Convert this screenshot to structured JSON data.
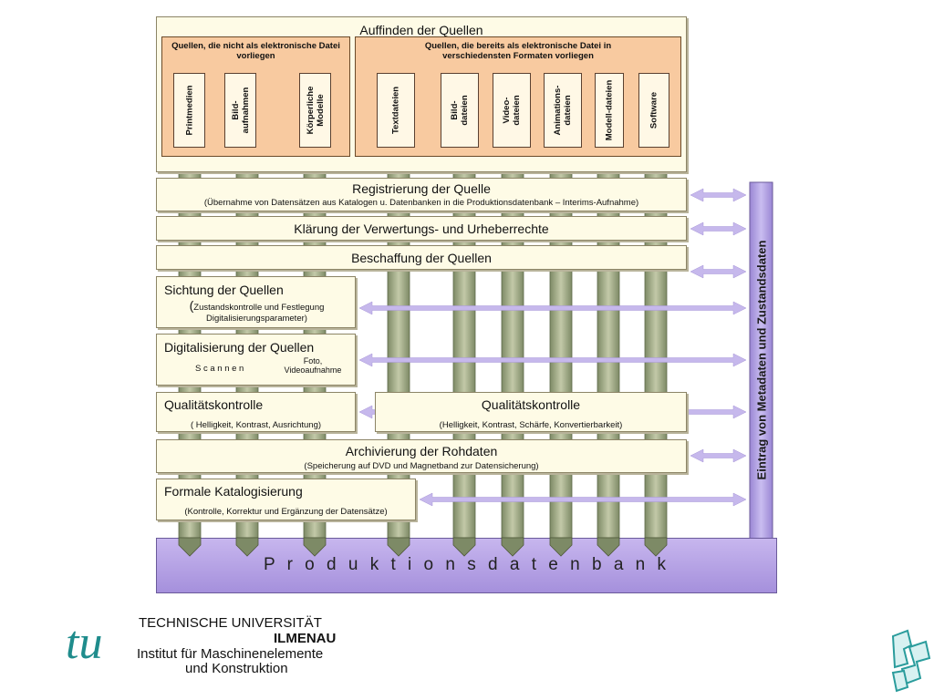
{
  "top": {
    "title": "Auffinden der Quellen",
    "non_digital_header": "Quellen, die nicht als elektronische Datei vorliegen",
    "digital_header": "Quellen, die bereits als elektronische Datei in verschiedensten Formaten vorliegen",
    "non_digital_sources": [
      "Printmedien",
      "Bild-aufnahmen",
      "Körperliche Modelle"
    ],
    "digital_sources": [
      "Textdateien",
      "Bild-dateien",
      "Video-dateien",
      "Animations-dateien",
      "Modell-dateien",
      "Software"
    ]
  },
  "steps": {
    "registrierung": {
      "title": "Registrierung der Quelle",
      "sub": "(Übernahme von Datensätzen aus Katalogen u. Datenbanken in die Produktionsdatenbank – Interims-Aufnahme)"
    },
    "klaerung": {
      "title": "Klärung der Verwertungs- und Urheberrechte"
    },
    "beschaffung": {
      "title": "Beschaffung der Quellen"
    },
    "sichtung": {
      "title": "Sichtung der Quellen",
      "sub_prefix": "(",
      "sub": "Zustandskontrolle und Festlegung Digitalisierungsparameter)"
    },
    "digitalisierung": {
      "title": "Digitalisierung der Quellen",
      "scan": "S c a n n e n",
      "foto": "Foto, Videoaufnahme"
    },
    "qk_left": {
      "title": "Qualitätskontrolle",
      "sub": "( Helligkeit, Kontrast, Ausrichtung)"
    },
    "qk_right": {
      "title": "Qualitätskontrolle",
      "sub": "(Helligkeit, Kontrast, Schärfe, Konvertierbarkeit)"
    },
    "archivierung": {
      "title": "Archivierung der Rohdaten",
      "sub": "(Speicherung auf DVD und Magnetband zur Datensicherung)"
    },
    "katalog": {
      "title": "Formale Katalogisierung",
      "sub": "(Kontrolle, Korrektur und Ergänzung der Datensätze)"
    }
  },
  "database": {
    "label": "P r o d u k t i o n s d a t e n b a n k"
  },
  "metadata": {
    "label": "Eintrag von Metadaten und Zustandsdaten"
  },
  "university": {
    "line1": "TECHNISCHE UNIVERSITÄT",
    "line2": "ILMENAU",
    "line3": "Institut für Maschinenelemente",
    "line4": "und Konstruktion",
    "logo_text": "tu"
  },
  "colors": {
    "panel": "#fefbe6",
    "orange": "#f8caa0",
    "grey_column": "#a7b08f",
    "lavender": "#c7b6ee",
    "teal": "#1f8c8c"
  }
}
